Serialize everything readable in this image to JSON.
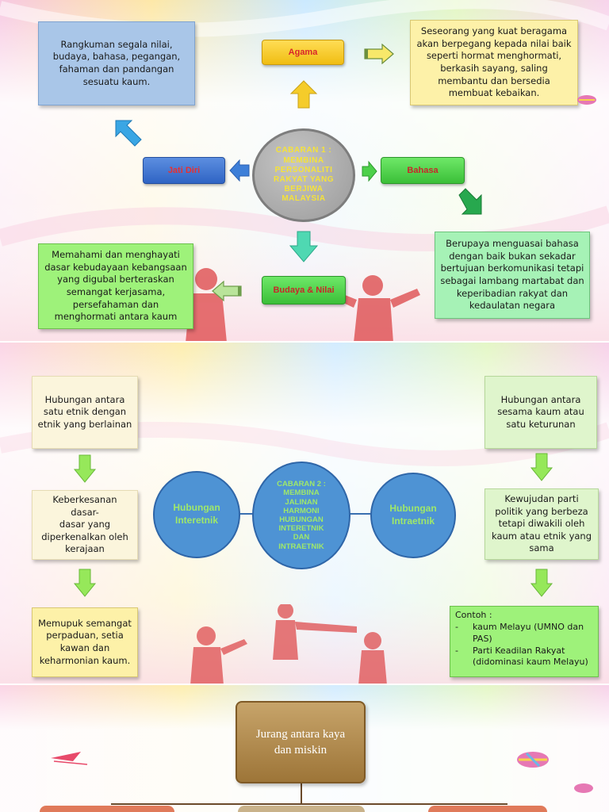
{
  "slide1": {
    "center": "CABARAN 1 :\nMEMBINA\nPERSONALITI\nRAKYAT YANG\nBERJIWA\nMALAYSIA",
    "agama_label": "Agama",
    "bahasa_label": "Bahasa",
    "jatidiri_label": "Jati Diri",
    "budaya_label": "Budaya & Nilai",
    "box_jatidiri": "Rangkuman segala nilai,\nbudaya, bahasa, pegangan,\nfahaman dan pandangan\nsesuatu kaum.",
    "box_agama": "Seseorang yang kuat beragama\nakan berpegang kepada nilai baik\nseperti hormat menghormati,\nberkasih sayang, saling\nmembantu dan bersedia\nmembuat kebaikan.",
    "box_budaya": "Memahami dan menghayati\ndasar kebudayaan kebangsaan\nyang digubal berteraskan\nsemangat kerjasama,\npersefahaman dan\nmenghormati antara kaum",
    "box_bahasa": "Berupaya menguasai bahasa\ndengan baik bukan sekadar\nbertujuan berkomunikasi tetapi\nsebagai lambang martabat dan\nkeperibadian rakyat dan\nkedaulatan negara"
  },
  "slide2": {
    "center": "CABARAN 2 :\nMEMBINA\nJALINAN\nHARMONI\nHUBUNGAN\nINTERETNIK\nDAN\nINTRAETNIK",
    "left_circle": "Hubungan\nInteretnik",
    "right_circle": "Hubungan\nIntraetnik",
    "left_box1": "Hubungan antara\nsatu etnik dengan\netnik yang berlainan",
    "left_box2": "Keberkesanan dasar-\ndasar yang\ndiperkenalkan oleh\nkerajaan",
    "left_box3": "Memupuk semangat\nperpaduan, setia\nkawan dan\nkeharmonian kaum.",
    "right_box1": "Hubungan antara\nsesama kaum atau\nsatu keturunan",
    "right_box2": "Kewujudan parti\npolitik yang berbeza\ntetapi diwakili oleh\nkaum atau etnik yang\nsama",
    "right_box3": {
      "title": "Contoh :",
      "items": [
        {
          "dash": "-",
          "text": "kaum Melayu (UMNO dan\nPAS)"
        },
        {
          "dash": "-",
          "text": "Parti Keadilan Rakyat\n(didominasi kaum Melayu)"
        }
      ]
    }
  },
  "slide3": {
    "box_top": "Jurang antara kaya\ndan miskin"
  },
  "colors": {
    "yellow_box": "#fdf1a8",
    "blue_box": "#a9c6e8",
    "green_box": "#9ef27a",
    "cream_box": "#fbf5dc",
    "mint_box": "#dff5cc",
    "gold_pill": "#f5cc2a",
    "green_pill": "#4dd04a",
    "blue_pill": "#3f75d3",
    "green_arrow": "#96e85a",
    "grey_circle": "#a3a3a3",
    "blue_circle": "#4e93d4",
    "people": "#e0585a"
  }
}
